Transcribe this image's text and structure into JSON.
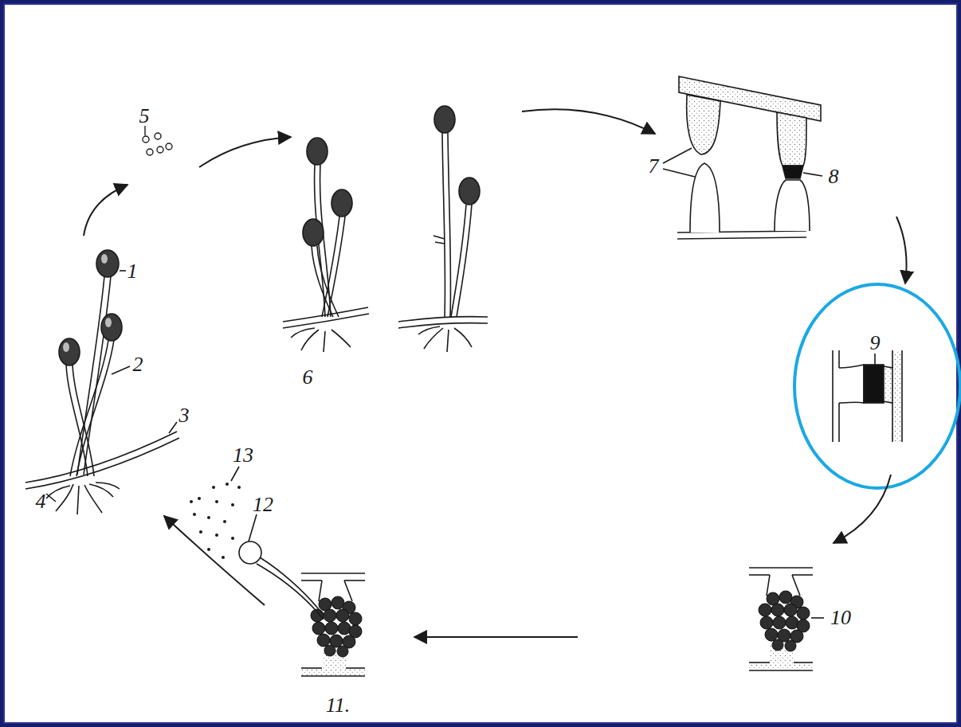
{
  "diagram": {
    "labels": [
      "1",
      "2",
      "3",
      "4",
      "5",
      "6",
      "7",
      "8",
      "9",
      "10",
      "11.",
      "12",
      "13"
    ]
  }
}
